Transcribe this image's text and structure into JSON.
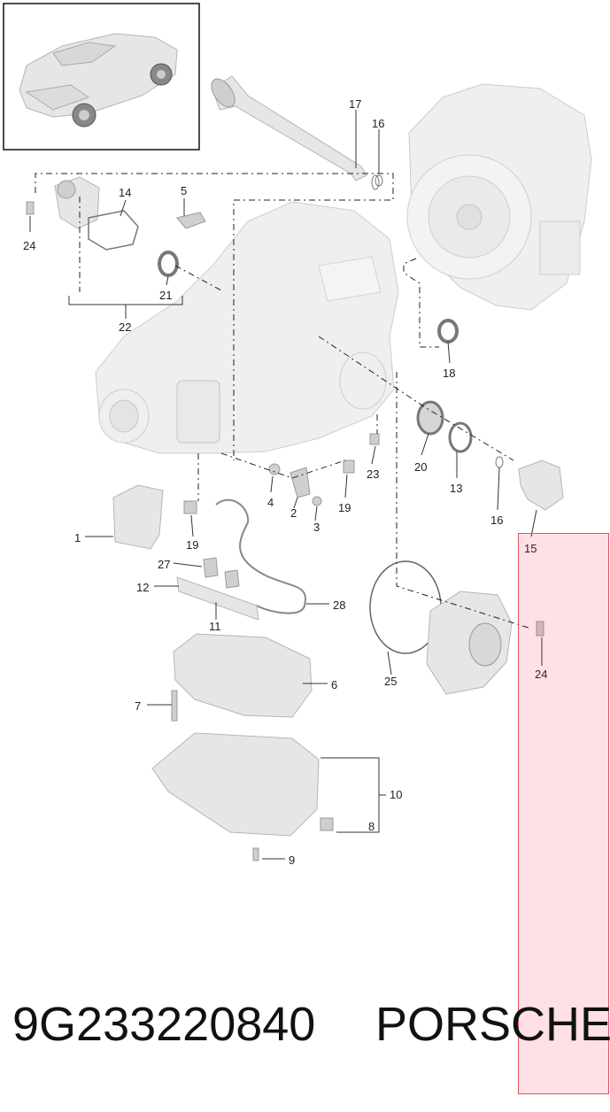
{
  "caption": {
    "part_number": "9G233220840",
    "brand": "PORSCHE"
  },
  "callouts": {
    "c1": "1",
    "c2": "2",
    "c3": "3",
    "c4": "4",
    "c5": "5",
    "c6": "6",
    "c7": "7",
    "c8": "8",
    "c9": "9",
    "c10": "10",
    "c11": "11",
    "c12": "12",
    "c13": "13",
    "c14": "14",
    "c15": "15",
    "c16a": "16",
    "c16b": "16",
    "c17": "17",
    "c18": "18",
    "c19a": "19",
    "c19b": "19",
    "c20": "20",
    "c21": "21",
    "c22": "22",
    "c23": "23",
    "c24a": "24",
    "c24b": "24",
    "c25": "25",
    "c27": "27",
    "c28": "28"
  },
  "colors": {
    "highlight": "#e05060",
    "line": "#222222",
    "part_fill": "#e6e6e6"
  }
}
